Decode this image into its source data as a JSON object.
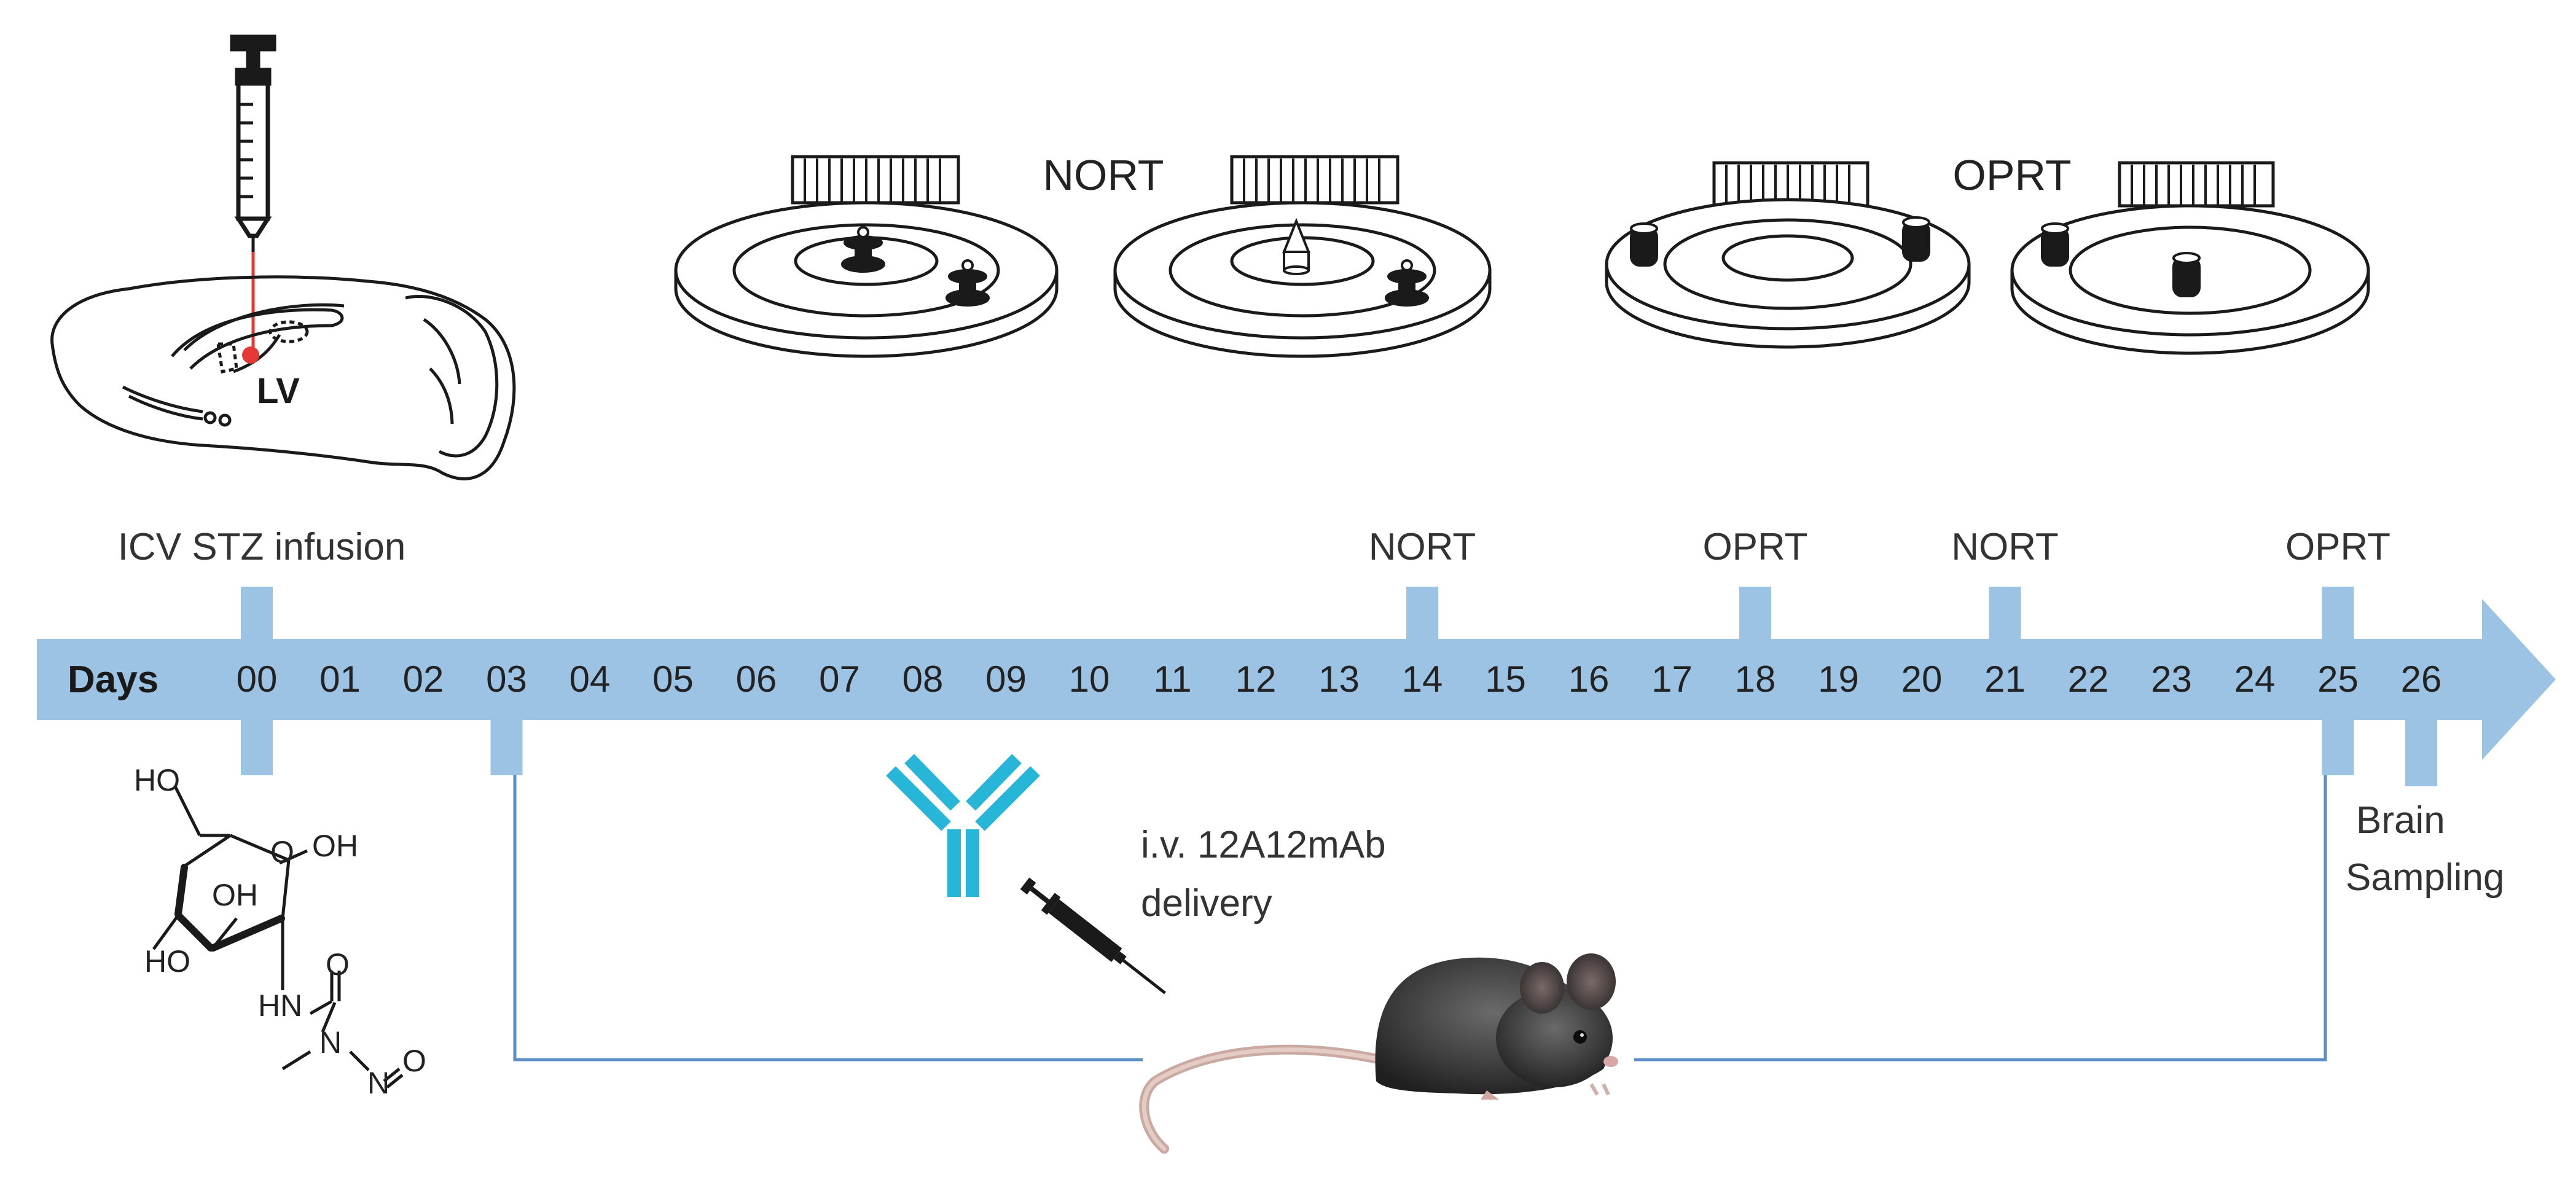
{
  "colors": {
    "timeline": "#9cc3e4",
    "antibody": "#27b6d8",
    "connector": "#5b8ec4",
    "infusion_site": "#e53935",
    "ink": "#1a1a1a"
  },
  "arena_labels": {
    "nort": "NORT",
    "oprt": "OPRT"
  },
  "brain": {
    "region_label": "LV"
  },
  "timeline": {
    "axis_label": "Days",
    "days": [
      "00",
      "01",
      "02",
      "03",
      "04",
      "05",
      "06",
      "07",
      "08",
      "09",
      "10",
      "11",
      "12",
      "13",
      "14",
      "15",
      "16",
      "17",
      "18",
      "19",
      "20",
      "21",
      "22",
      "23",
      "24",
      "25",
      "26"
    ],
    "events": [
      {
        "day": "00",
        "label": "ICV STZ infusion"
      },
      {
        "day": "14",
        "label": "NORT"
      },
      {
        "day": "18",
        "label": "OPRT"
      },
      {
        "day": "21",
        "label": "NORT"
      },
      {
        "day": "25",
        "label": "OPRT"
      }
    ],
    "end_label": [
      "Brain",
      "Sampling"
    ]
  },
  "treatment": {
    "label_line1": "i.v. 12A12mAb",
    "label_line2": "delivery"
  },
  "molecule": {
    "atoms": [
      "HO",
      "O",
      "OH",
      "OH",
      "HO",
      "HN",
      "O",
      "N",
      "N",
      "O"
    ]
  },
  "icons": [
    "syringe-icon",
    "brain-icon",
    "arena-icon",
    "antibody-icon",
    "mouse-icon",
    "molecule-icon"
  ]
}
